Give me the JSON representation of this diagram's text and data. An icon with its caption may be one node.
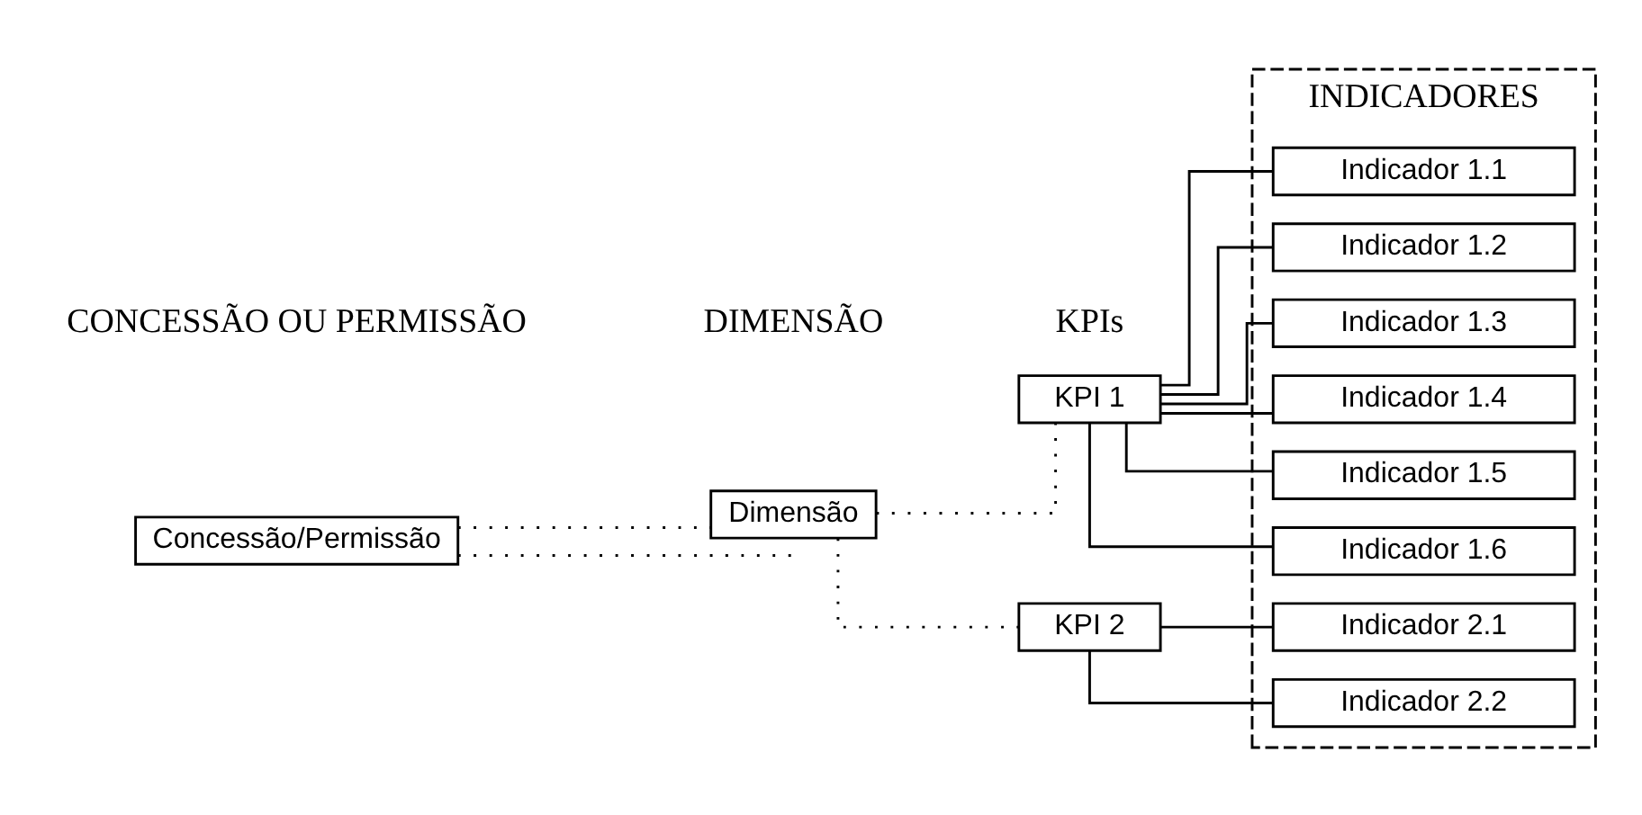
{
  "diagram": {
    "nodes": [
      {
        "text": [
          "Concessão/Permissão"
        ]
      },
      {
        "text": [
          "Dimensão"
        ]
      },
      {
        "text": [
          "KPI 1"
        ]
      },
      {
        "text": [
          "KPI 2"
        ]
      },
      {
        "text": [
          "INDICADORES"
        ]
      },
      {
        "text": [
          "Indicador 1.1"
        ],
        "in": 4
      },
      {
        "text": [
          "Indicador 1.2"
        ],
        "in": 4
      },
      {
        "text": [
          "Indicador 1.3"
        ],
        "in": 4
      },
      {
        "text": [
          "Indicador 1.4"
        ],
        "in": 4
      },
      {
        "text": [
          "Indicador 1.5"
        ],
        "in": 4
      },
      {
        "text": [
          "Indicador 1.6"
        ],
        "in": 4
      },
      {
        "text": [
          "Indicador 2.1"
        ],
        "in": 4
      },
      {
        "text": [
          "Indicador 2.2"
        ],
        "in": 4
      }
    ],
    "edges": [
      {
        "from": 0,
        "to": 1,
        "arrow": "none",
        "style": "dashed"
      },
      {
        "from": 0,
        "to": null,
        "arrow": "none",
        "style": "dashed"
      },
      {
        "from": 1,
        "to": 2,
        "arrow": "none",
        "style": "dashed"
      },
      {
        "from": 1,
        "to": 3,
        "arrow": "none",
        "style": "dashed"
      },
      {
        "from": 2,
        "to": 5,
        "arrow": "none"
      },
      {
        "from": 2,
        "to": 6,
        "arrow": "none"
      },
      {
        "from": 2,
        "to": 7,
        "arrow": "none"
      },
      {
        "from": 2,
        "to": 8,
        "arrow": "none"
      },
      {
        "from": 2,
        "to": 9,
        "arrow": "none"
      },
      {
        "from": 2,
        "to": 10,
        "arrow": "none"
      },
      {
        "from": 3,
        "to": 11,
        "arrow": "none"
      },
      {
        "from": 3,
        "to": 12,
        "arrow": "none"
      }
    ],
    "labels": [
      "CONCESSÃO OU PERMISSÃO",
      "DIMENSÃO",
      "KPIs"
    ]
  }
}
